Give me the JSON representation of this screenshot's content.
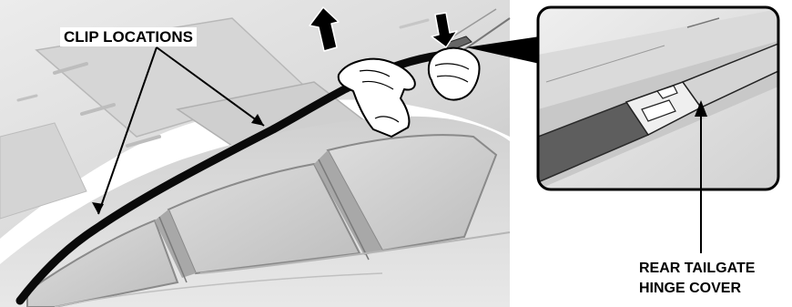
{
  "labels": {
    "clip_locations": "CLIP LOCATIONS",
    "hinge_cover_line1": "REAR TAILGATE",
    "hinge_cover_line2": "HINGE COVER"
  },
  "colors": {
    "ink": "#000000",
    "body_light": "#e6e6e6",
    "body_mid": "#c9c9c9",
    "body_dark": "#9a9a9a",
    "glass": "#d4d4d4",
    "cover": "#5e5e5e",
    "background": "#ffffff"
  }
}
